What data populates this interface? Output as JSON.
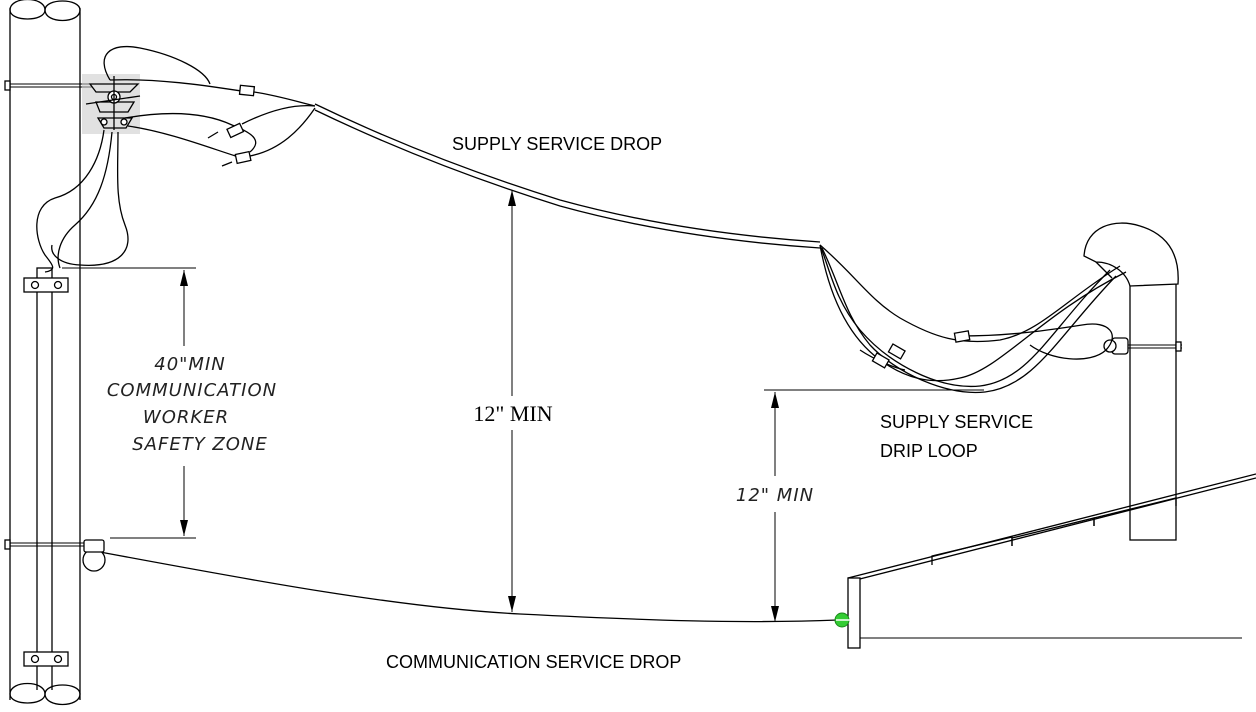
{
  "labels": {
    "supply_service_drop": "SUPPLY SERVICE DROP",
    "clearance_center": "12\" MIN",
    "safety_zone_line1": "40\"MIN",
    "safety_zone_line2": "COMMUNICATION",
    "safety_zone_line3": "WORKER",
    "safety_zone_line4": "SAFETY  ZONE",
    "drip_loop_line1": "SUPPLY SERVICE",
    "drip_loop_line2": "DRIP LOOP",
    "clearance_right": "12\"  MIN",
    "communication_service_drop": "COMMUNICATION SERVICE DROP"
  },
  "colors": {
    "line": "#000000",
    "connector_highlight": "#33cc33",
    "transformer_shading": "#c8c8c8"
  }
}
